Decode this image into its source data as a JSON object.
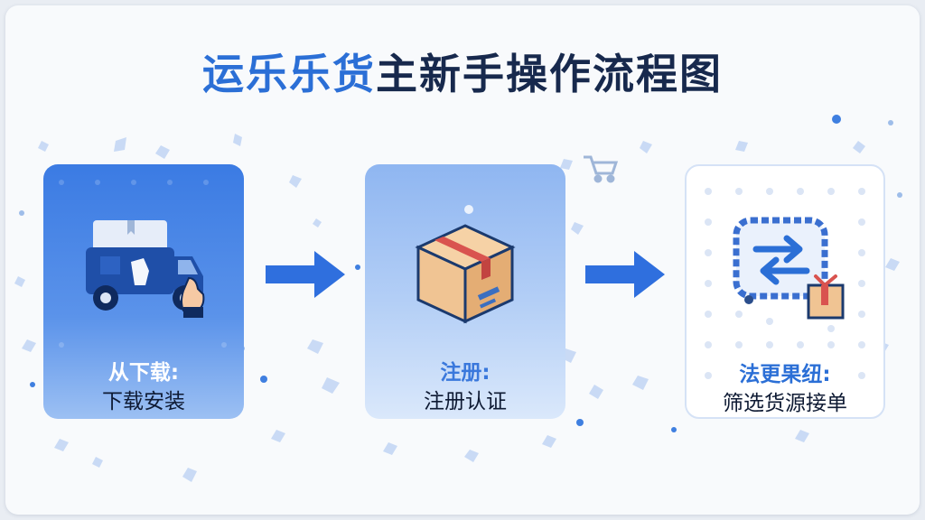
{
  "title": {
    "brand": "运乐乐货",
    "rest": "主新手操作流程图"
  },
  "steps": [
    {
      "label": "从下载:",
      "sub": "下载安装",
      "icon": "delivery-truck-icon"
    },
    {
      "label": "注册:",
      "sub": "注册认证",
      "icon": "package-box-icon"
    },
    {
      "label": "法更果纽:",
      "sub": "筛选货源接单",
      "icon": "exchange-arrows-icon"
    }
  ],
  "colors": {
    "brand_blue": "#2b6fd6",
    "title_navy": "#17294d",
    "arrow_blue": "#2f6fde",
    "box_tan": "#f0c493",
    "ribbon_red": "#d9534f"
  }
}
